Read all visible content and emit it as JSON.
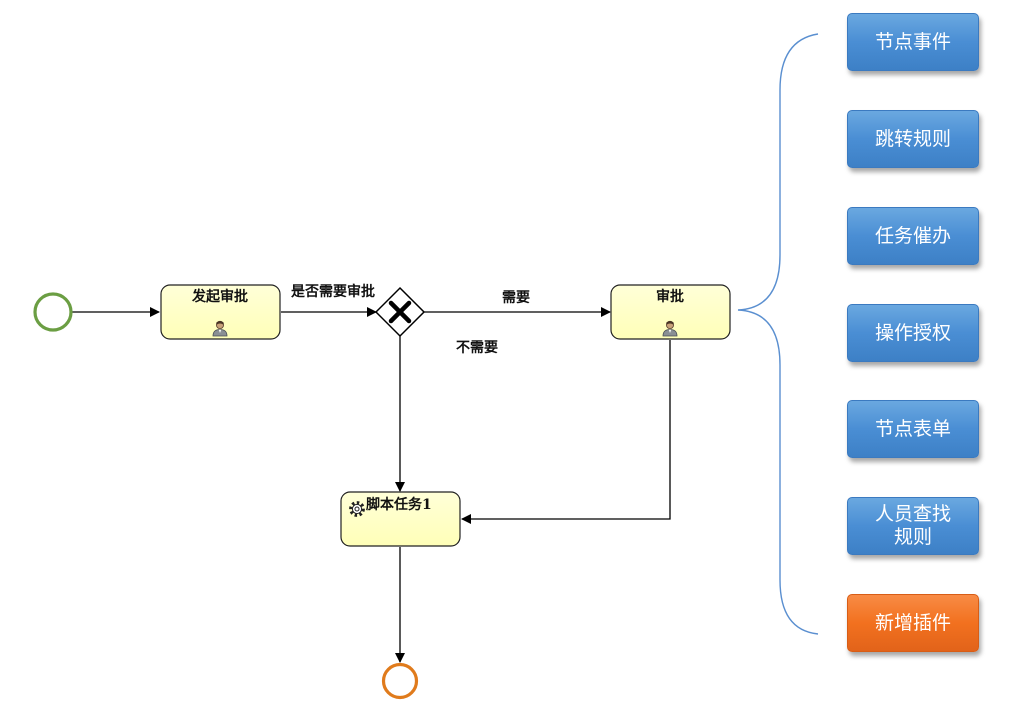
{
  "diagram": {
    "tasks": [
      {
        "id": "t1",
        "label": "发起审批",
        "icon": "user-icon"
      },
      {
        "id": "t2",
        "label": "审批",
        "icon": "user-icon"
      },
      {
        "id": "t3",
        "label": "脚本任务1",
        "icon": "gear-icon"
      }
    ],
    "gateway": {
      "label": "是否需要审批",
      "icon": "x-icon"
    },
    "flows": {
      "need_label": "需要",
      "not_need_label": "不需要"
    },
    "colors": {
      "task_fill": "#ffffcc",
      "start_event": "#6b9e43",
      "end_event": "#e07b1c",
      "brace": "#5a8fd0"
    }
  },
  "side_menu": {
    "items": [
      {
        "label": "节点事件",
        "style": "blue"
      },
      {
        "label": "跳转规则",
        "style": "blue"
      },
      {
        "label": "任务催办",
        "style": "blue"
      },
      {
        "label": "操作授权",
        "style": "blue"
      },
      {
        "label": "节点表单",
        "style": "blue"
      },
      {
        "label": "人员查找\n规则",
        "style": "blue"
      },
      {
        "label": "新增插件",
        "style": "orange"
      }
    ]
  }
}
